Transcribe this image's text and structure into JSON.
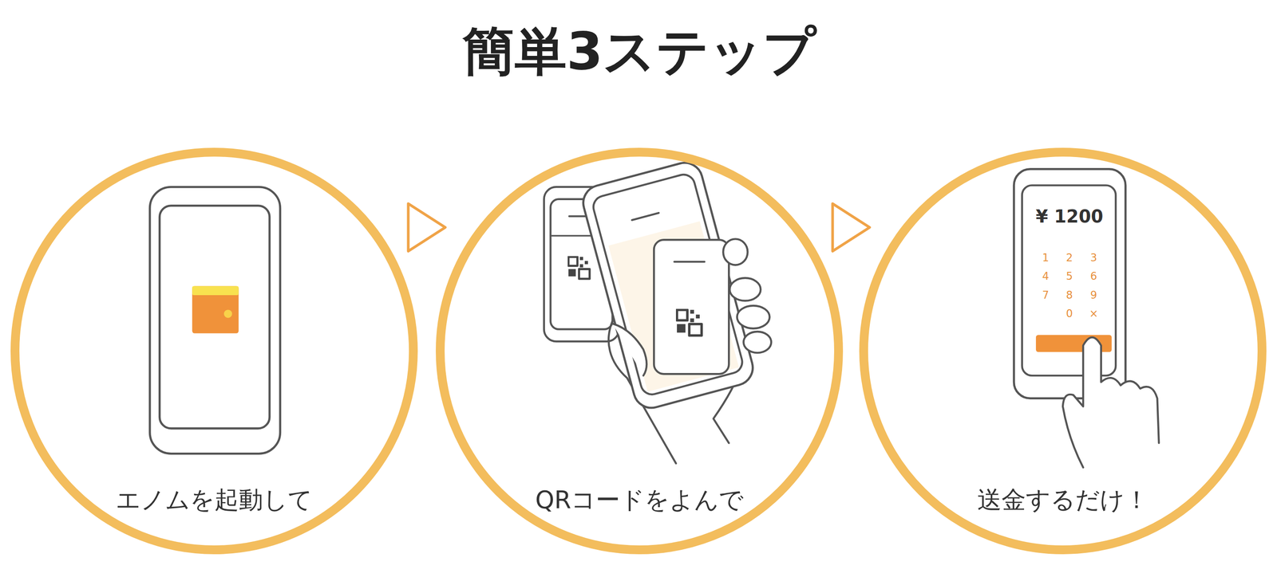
{
  "diagram": {
    "title": "簡単3ステップ",
    "nodes": [
      {
        "text": [
          "エノムを起動して"
        ]
      },
      {
        "text": [
          "QRコードをよんで"
        ]
      },
      {
        "text": [
          "送金するだけ！"
        ]
      }
    ],
    "edges": [
      {
        "from": 0,
        "to": 1,
        "arrow": "to"
      },
      {
        "from": 1,
        "to": 2,
        "arrow": "to"
      }
    ],
    "labels": [
      "¥ 1200",
      "1",
      "2",
      "3",
      "4",
      "5",
      "6",
      "7",
      "8",
      "9",
      "0",
      "×"
    ]
  }
}
